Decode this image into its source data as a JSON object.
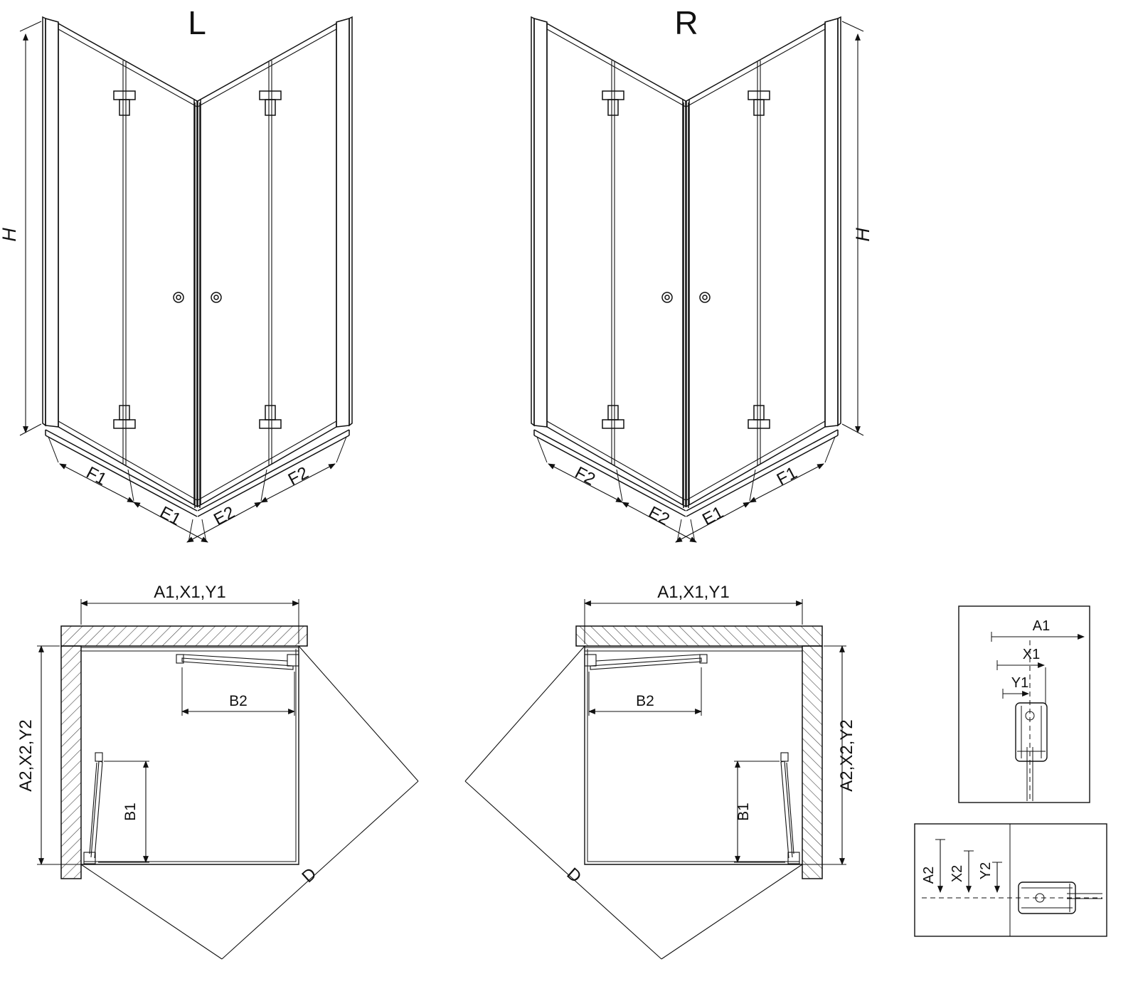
{
  "drawing": {
    "front_left": {
      "label": "L",
      "height": "H",
      "widths": [
        "F1",
        "E1",
        "E2",
        "F2"
      ]
    },
    "front_right": {
      "label": "R",
      "height": "H",
      "widths": [
        "F2",
        "E2",
        "E1",
        "F1"
      ]
    },
    "plan_left": {
      "width_top": "A1,X1,Y1",
      "depth_side": "A2,X2,Y2",
      "door_top": "B2",
      "door_side": "B1",
      "diagonal": "D"
    },
    "plan_right": {
      "width_top": "A1,X1,Y1",
      "depth_side": "A2,X2,Y2",
      "door_top": "B2",
      "door_side": "B1",
      "diagonal": "D"
    },
    "detail_top": {
      "dims": [
        "A1",
        "X1",
        "Y1"
      ]
    },
    "detail_bottom": {
      "dims": [
        "A2",
        "X2",
        "Y2"
      ]
    }
  }
}
